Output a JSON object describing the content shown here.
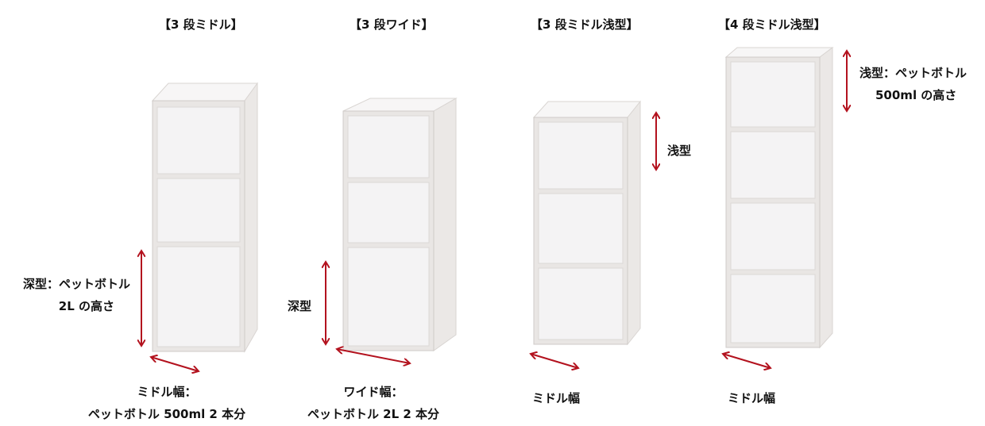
{
  "products": [
    {
      "title": "【3 段ミドル】",
      "side_label": [
        "深型：ペットボトル",
        "2L の高さ"
      ],
      "width_label": [
        "ミドル幅：",
        "ペットボトル 500ml 2 本分"
      ]
    },
    {
      "title": "【3 段ワイド】",
      "side_label": [
        "深型"
      ],
      "width_label": [
        "ワイド幅：",
        "ペットボトル 2L 2 本分"
      ]
    },
    {
      "title": "【3 段ミドル浅型】",
      "side_label": [
        "浅型"
      ],
      "width_label": [
        "ミドル幅"
      ]
    },
    {
      "title": "【4 段ミドル浅型】",
      "side_label": [
        "浅型：ペットボトル",
        "500ml の高さ"
      ],
      "width_label": [
        "ミドル幅"
      ]
    }
  ],
  "colors": {
    "arrow": "#b3121e",
    "unit_frame": "#e6e3e1",
    "unit_drawer": "#f3f2f3",
    "unit_edge": "#cfcbc8"
  }
}
